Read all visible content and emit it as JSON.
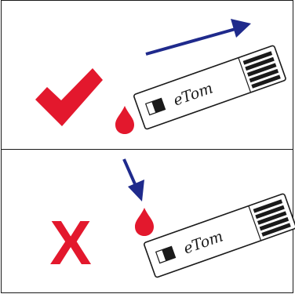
{
  "correct_panel": {
    "mark": "checkmark",
    "strip_brand": "eTom",
    "arrow_direction": "up-right",
    "colors": {
      "mark": "#e3182d",
      "arrow": "#1f2a8c",
      "drop": "#e3182d"
    }
  },
  "incorrect_panel": {
    "mark_text": "X",
    "strip_brand": "eTom",
    "arrow_direction": "down",
    "colors": {
      "mark": "#e3182d",
      "arrow": "#1f2a8c",
      "drop": "#e3182d"
    }
  }
}
